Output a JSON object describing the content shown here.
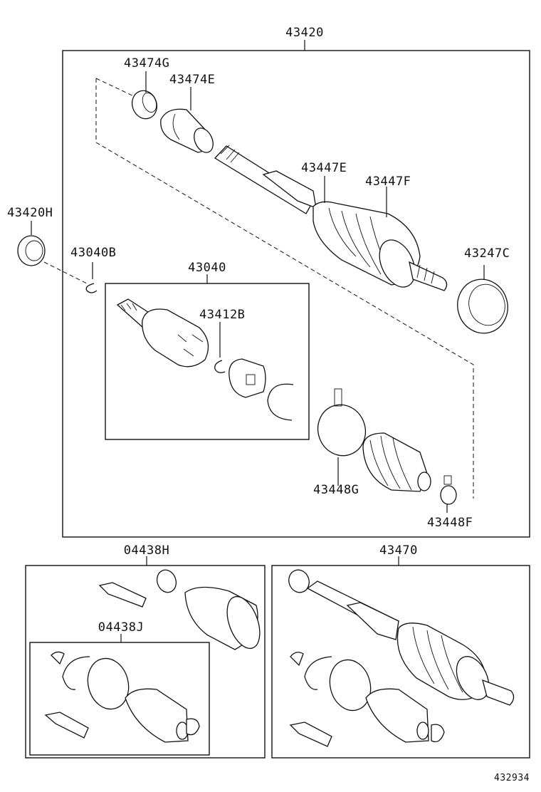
{
  "labels": {
    "assembly_main": "43420",
    "dust_seal_g": "43474G",
    "dust_seal_e": "43474E",
    "boot_e": "43447E",
    "boot_f": "43447F",
    "bearing_h": "43420H",
    "snap_ring_b": "43040B",
    "inner_joint": "43040",
    "snap_ring_43412b": "43412B",
    "seal_43247c": "43247C",
    "clamp_g": "43448G",
    "clamp_f": "43448F",
    "boot_kit_h": "04438H",
    "boot_kit_j": "04438J",
    "shaft_assy_43470": "43470",
    "figure_number": "432934"
  }
}
